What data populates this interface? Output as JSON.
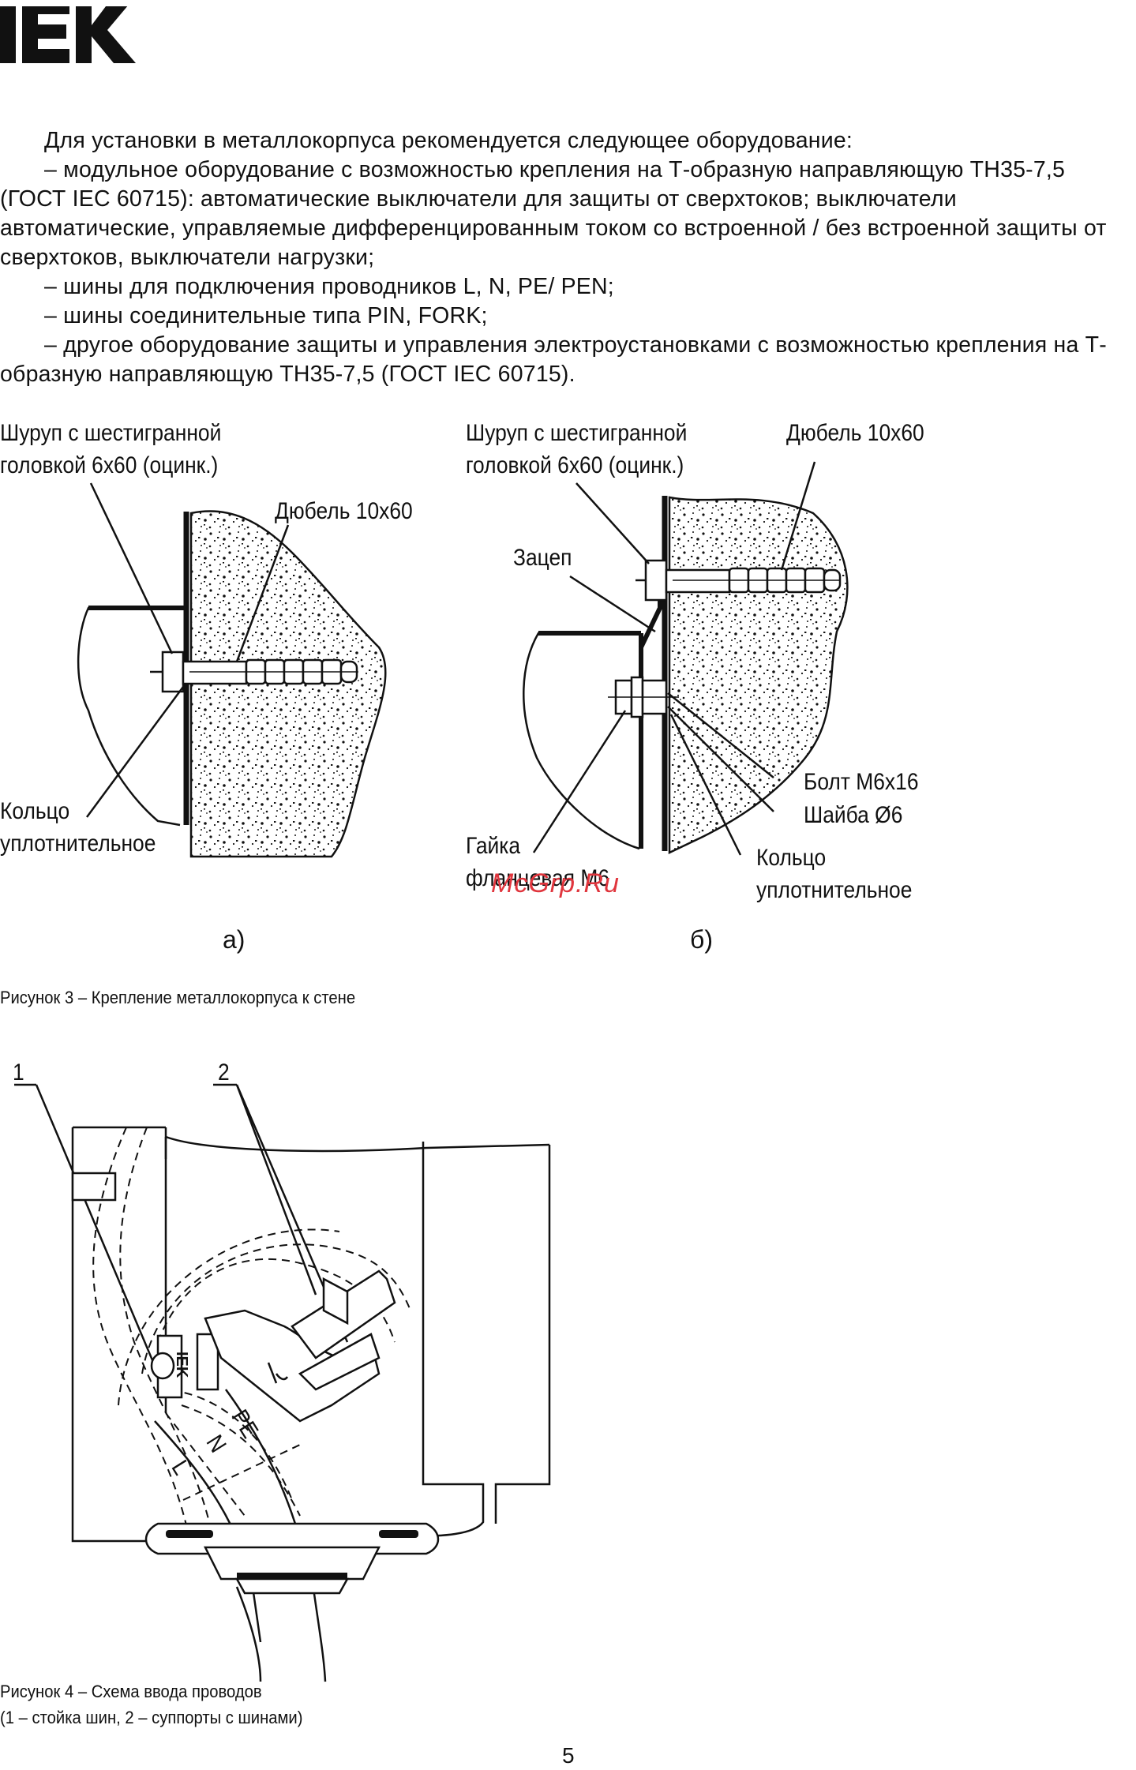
{
  "header": {
    "logo_text": "IEK"
  },
  "body": {
    "paragraphs": [
      "Для установки в металлокорпуса рекомендуется следующее оборудование:",
      "– модульное оборудование с возможностью крепления на Т-образную направляющую ТН35-7,5 (ГОСТ IEC 60715): автоматические выключатели для защиты от сверхтоков; выключатели автоматические, управляемые дифференцированным током со встроенной / без встроенной защиты от сверхтоков, выключатели нагрузки;",
      "– шины для подключения проводников L, N, PE/ PEN;",
      "– шины соединительные типа PIN, FORK;",
      "– другое оборудование защиты и управления электроустановками с возможностью крепления на Т-образную направляющую ТН35-7,5 (ГОСТ IEC 60715)."
    ]
  },
  "figure3": {
    "a": {
      "screw": "Шуруп с шестигранной\nголовкой 6х60 (оцинк.)",
      "dowel": "Дюбель 10х60",
      "ring": "Кольцо\nуплотнительное",
      "sublabel": "а)"
    },
    "b": {
      "screw": "Шуруп с шестигранной\nголовкой 6х60 (оцинк.)",
      "dowel": "Дюбель 10х60",
      "hook": "Зацеп",
      "bolt": "Болт М6х16",
      "washer": "Шайба Ø6",
      "ring": "Кольцо\nуплотнительное",
      "nut": "Гайка\nфланцевая М6",
      "sublabel": "б)"
    },
    "caption": "Рисунок 3 – Крепление металлокорпуса к стене"
  },
  "figure4": {
    "callout1": "1",
    "callout2": "2",
    "wire_labels": {
      "L": "L",
      "N": "N",
      "PE": "PE"
    },
    "device_mark": "IEK",
    "caption_line1": "Рисунок 4 – Схема ввода проводов",
    "caption_line2": "(1 – стойка шин, 2 – суппорты с шинами)"
  },
  "watermark": "McGrp.Ru",
  "footer": {
    "page_number": "5"
  }
}
